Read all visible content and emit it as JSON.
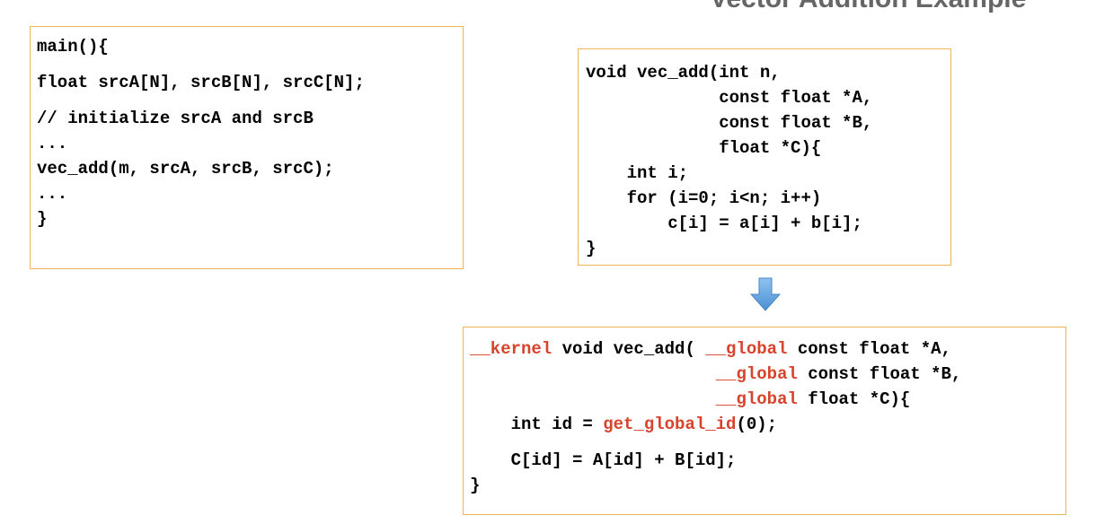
{
  "title_fragment": "Vector Addition Example",
  "colors": {
    "box_border": "#f0b45c",
    "keyword": "#d8432c",
    "arrow": "#5ea2de",
    "title": "#666666"
  },
  "host_code": {
    "lines": [
      "main(){",
      "float srcA[N], srcB[N], srcC[N];",
      "// initialize srcA and srcB",
      "...",
      "vec_add(m, srcA, srcB, srcC);",
      "...",
      "}"
    ]
  },
  "c_function": {
    "lines": [
      "void vec_add(int n,",
      "             const float *A,",
      "             const float *B,",
      "             float *C){",
      "    int i;",
      "    for (i=0; i<n; i++)",
      "        c[i] = a[i] + b[i];",
      "}"
    ]
  },
  "kernel": {
    "qualifier_kernel": "__kernel",
    "line1_rest": " void vec_add( ",
    "qualifier_global": "__global",
    "line1_tail": " const float *A,",
    "line2_indent": "                        ",
    "line2_tail": " const float *B,",
    "line3_indent": "                        ",
    "line3_tail": " float *C){",
    "line4_head": "    int id = ",
    "builtin": "get_global_id",
    "line4_tail": "(0);",
    "line5": "    C[id] = A[id] + B[id];",
    "line6": "}"
  }
}
